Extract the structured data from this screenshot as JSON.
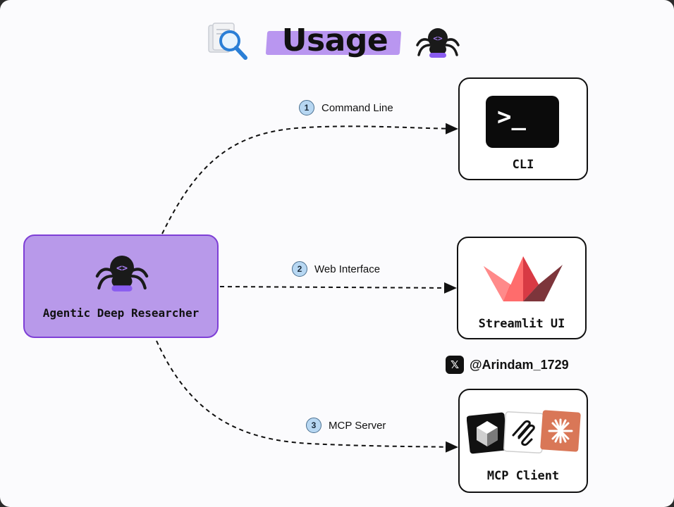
{
  "title": "Usage",
  "center_node": {
    "label": "Agentic Deep Researcher"
  },
  "steps": [
    {
      "number": "1",
      "label": "Command Line"
    },
    {
      "number": "2",
      "label": "Web Interface"
    },
    {
      "number": "3",
      "label": "MCP Server"
    }
  ],
  "targets": {
    "cli": {
      "label": "CLI",
      "terminal_prompt": ">_"
    },
    "streamlit": {
      "label": "Streamlit UI"
    },
    "mcp": {
      "label": "MCP Client"
    }
  },
  "handle": {
    "text": "@Arindam_1729",
    "icon": "x-logo-icon"
  },
  "colors": {
    "accent_purple": "#b899ea",
    "accent_border": "#7e3fd6",
    "step_circle": "#b7d7f2",
    "streamlit_red": "#ff4b4b"
  }
}
